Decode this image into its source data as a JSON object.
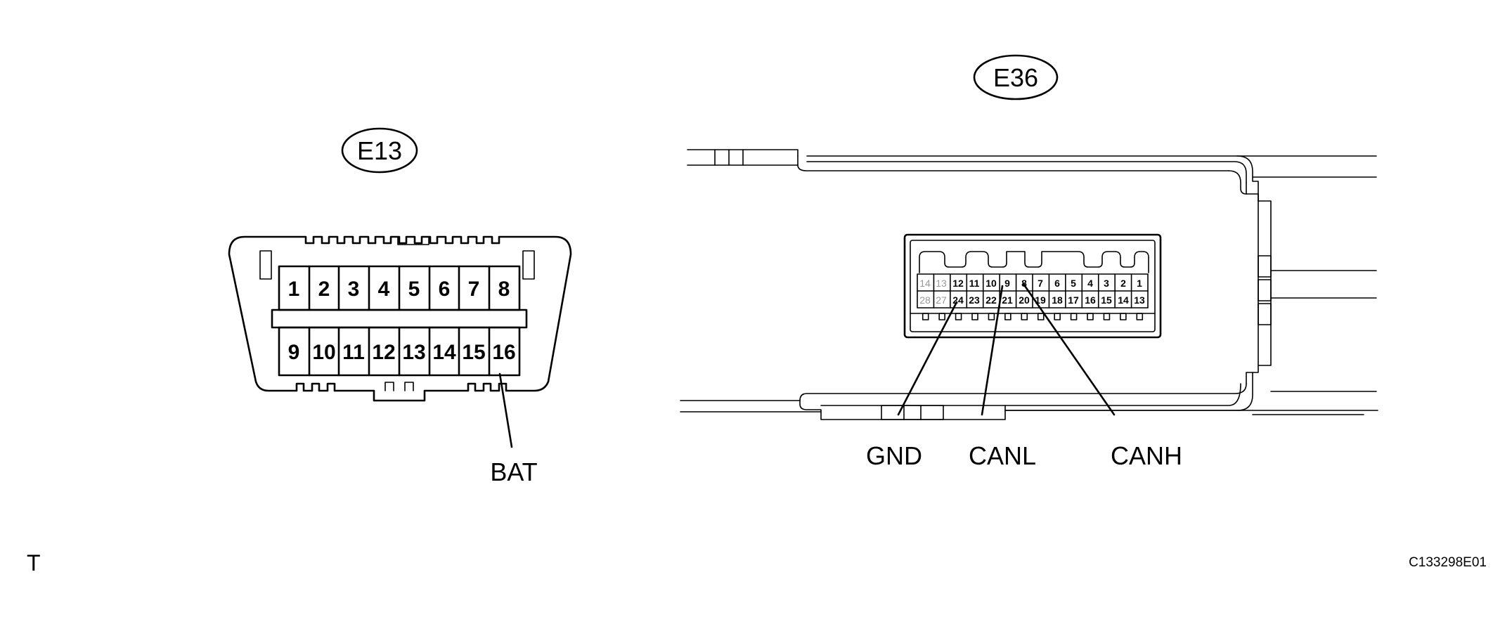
{
  "connectors": [
    {
      "id": "E13",
      "pins_top": [
        "1",
        "2",
        "3",
        "4",
        "5",
        "6",
        "7",
        "8"
      ],
      "pins_bottom": [
        "9",
        "10",
        "11",
        "12",
        "13",
        "14",
        "15",
        "16"
      ],
      "signals": [
        {
          "label": "BAT",
          "pin": "16"
        }
      ]
    },
    {
      "id": "E36",
      "pins_top": [
        "14",
        "13",
        "12",
        "11",
        "10",
        "9",
        "8",
        "7",
        "6",
        "5",
        "4",
        "3",
        "2",
        "1"
      ],
      "pins_bottom": [
        "28",
        "27",
        "24",
        "23",
        "22",
        "21",
        "20",
        "19",
        "18",
        "17",
        "16",
        "15",
        "14",
        "13"
      ],
      "dim_pins": [
        "14",
        "13",
        "28",
        "27"
      ],
      "signals": [
        {
          "label": "GND",
          "pin": "24"
        },
        {
          "label": "CANL",
          "pin": "9"
        },
        {
          "label": "CANH",
          "pin": "8"
        }
      ]
    }
  ],
  "corner_mark": "T",
  "figure_code": "C133298E01"
}
